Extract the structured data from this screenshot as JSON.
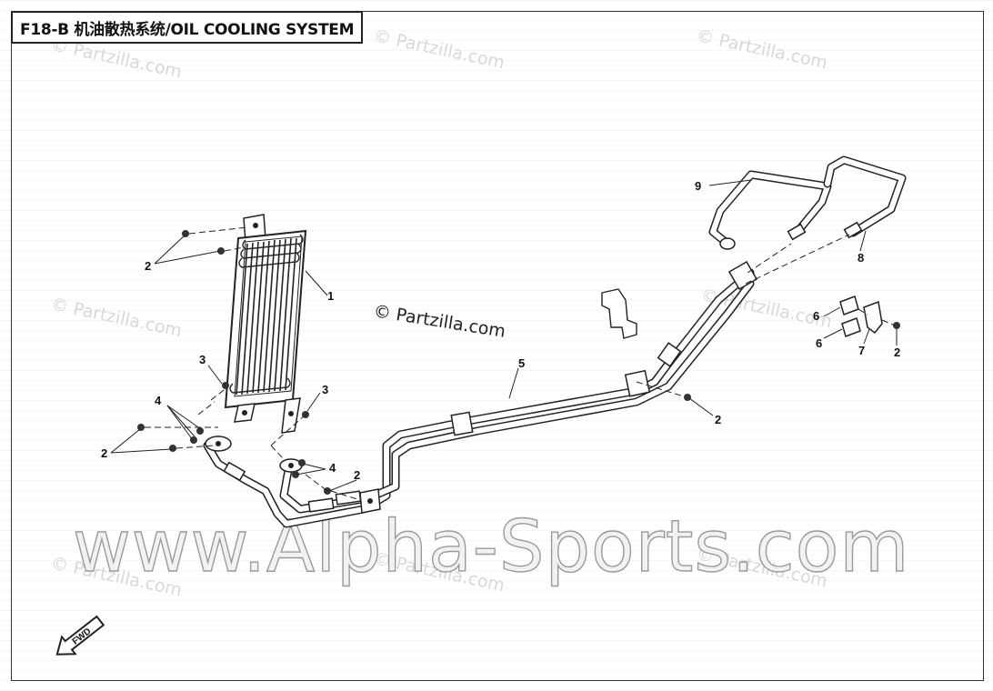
{
  "title": "F18-B 机油散热系统/OIL COOLING SYSTEM",
  "watermarks": {
    "partzilla_main": "© Partzilla.com",
    "partzilla_faint": "© Partzilla.com",
    "alpha_sports": "www.Alpha-Sports.com"
  },
  "fwd_label": "FWD",
  "callouts": {
    "c1": "1",
    "c2a": "2",
    "c2b": "2",
    "c2c": "2",
    "c2d": "2",
    "c2e": "2",
    "c3a": "3",
    "c3b": "3",
    "c4a": "4",
    "c4b": "4",
    "c5": "5",
    "c6a": "6",
    "c6b": "6",
    "c7": "7",
    "c8": "8",
    "c9": "9"
  }
}
